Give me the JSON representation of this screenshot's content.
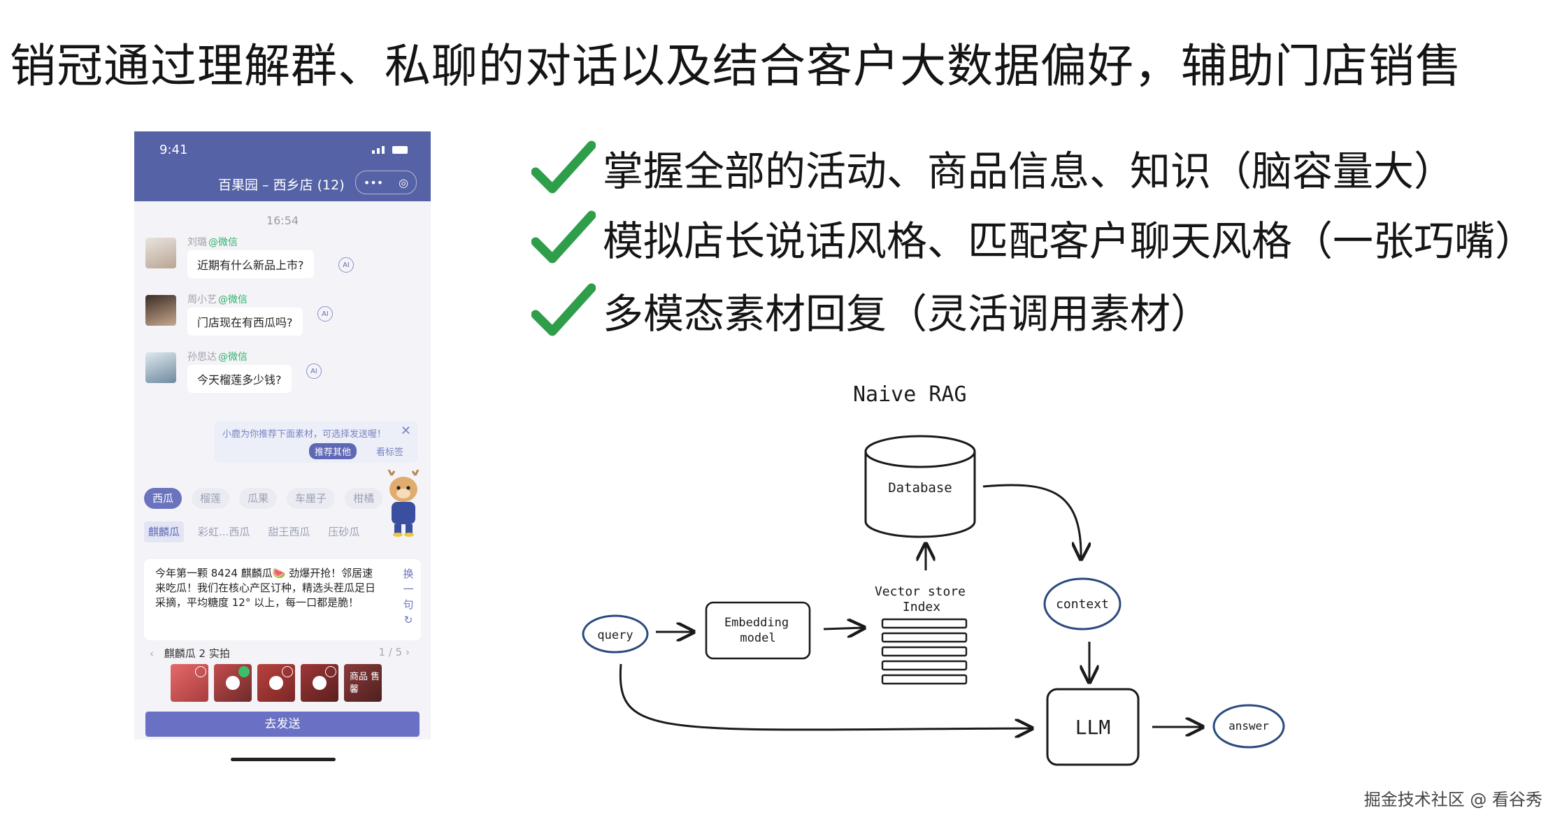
{
  "headline": "销冠通过理解群、私聊的对话以及结合客户大数据偏好，辅助门店销售",
  "phone": {
    "status_time": "9:41",
    "group_title": "百果园 – 西乡店 (12)",
    "capsule_dots": "•••",
    "capsule_target": "◎",
    "timestamp": "16:54",
    "messages": [
      {
        "name": "刘璐",
        "source": "@微信",
        "text": "近期有什么新品上市?",
        "ai": "AI"
      },
      {
        "name": "周小艺",
        "source": "@微信",
        "text": "门店现在有西瓜吗?",
        "ai": "AI"
      },
      {
        "name": "孙思达",
        "source": "@微信",
        "text": "今天榴莲多少钱?",
        "ai": "AI"
      }
    ],
    "recommend": {
      "text": "小鹿为你推荐下面素材，可选择发送喔！",
      "close": "✕",
      "button_more": "推荐其他",
      "button_tags": "看标签"
    },
    "category_tags": [
      "西瓜",
      "榴莲",
      "瓜果",
      "车厘子",
      "柑橘"
    ],
    "variety_tags": [
      "麒麟瓜",
      "彩虹...西瓜",
      "甜王西瓜",
      "压砂瓜"
    ],
    "copy_text": "今年第一颗 8424 麒麟瓜🍉 劲爆开抢！邻居速来吃瓜！我们在核心产区订种，精选头茬瓜足日采摘，平均糖度 12° 以上，每一口都是脆！",
    "copy_switch": [
      "换",
      "一",
      "句"
    ],
    "copy_refresh": "↻",
    "media_title": "麒麟瓜 2 实拍",
    "media_prev": "‹",
    "media_page": "1 / 5 ›",
    "media_label": "商品 售馨",
    "send_button": "去发送"
  },
  "bullets": [
    "掌握全部的活动、商品信息、知识（脑容量大）",
    "模拟店长说话风格、匹配客户聊天风格（一张巧嘴）",
    "多模态素材回复（灵活调用素材）"
  ],
  "diagram": {
    "title": "Naive RAG",
    "database": "Database",
    "vector_store_line1": "Vector store",
    "vector_store_line2": "Index",
    "embedding_line1": "Embedding",
    "embedding_line2": "model",
    "query": "query",
    "context": "context",
    "llm": "LLM",
    "answer": "answer"
  },
  "watermark": "掘金技术社区 @ 看谷秀",
  "colors": {
    "phone_header": "#5662a6",
    "accent": "#6a71c4",
    "check_green": "#2e9e4b",
    "diagram_circle": "#2b4a7e"
  }
}
